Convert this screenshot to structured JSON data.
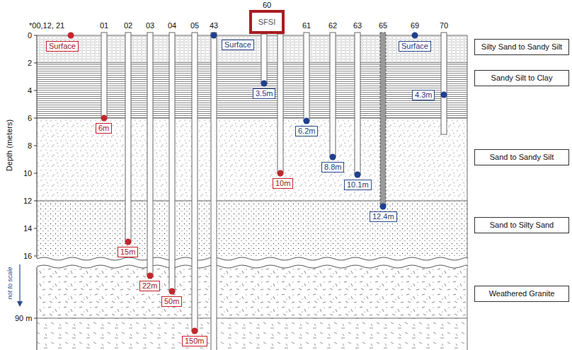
{
  "diagram": {
    "nodes": [
      {
        "text": [
          "Surface"
        ]
      },
      {
        "text": [
          "6m"
        ]
      },
      {
        "text": [
          "15m"
        ]
      },
      {
        "text": [
          "22m"
        ]
      },
      {
        "text": [
          "50m"
        ]
      },
      {
        "text": [
          "150m"
        ]
      },
      {
        "text": [
          "Surface"
        ]
      },
      {
        "text": [
          "SFSI"
        ]
      },
      {
        "text": [
          "3.5m"
        ]
      },
      {
        "text": [
          "10m"
        ]
      },
      {
        "text": [
          "6.2m"
        ]
      },
      {
        "text": [
          "8.8m"
        ]
      },
      {
        "text": [
          "10.1m"
        ]
      },
      {
        "text": [
          "12.4m"
        ]
      },
      {
        "text": [
          "Surface"
        ]
      },
      {
        "text": [
          "4.3m"
        ]
      },
      {
        "text": [
          "Silty Sand to Sandy Silt"
        ]
      },
      {
        "text": [
          "Sandy Silt to Clay"
        ]
      },
      {
        "text": [
          "Sand to Sandy Silt"
        ]
      },
      {
        "text": [
          "Sand to Silty Sand"
        ]
      },
      {
        "text": [
          "Weathered Granite"
        ]
      }
    ],
    "labels": [
      "*00,12, 21",
      "01",
      "02",
      "03",
      "04",
      "05",
      "43",
      "60",
      "61",
      "62",
      "63",
      "65",
      "69",
      "70",
      "0",
      "2",
      "4",
      "6",
      "8",
      "10",
      "12",
      "14",
      "16",
      "90 m",
      "Depth (meters)",
      "not to scale"
    ]
  }
}
